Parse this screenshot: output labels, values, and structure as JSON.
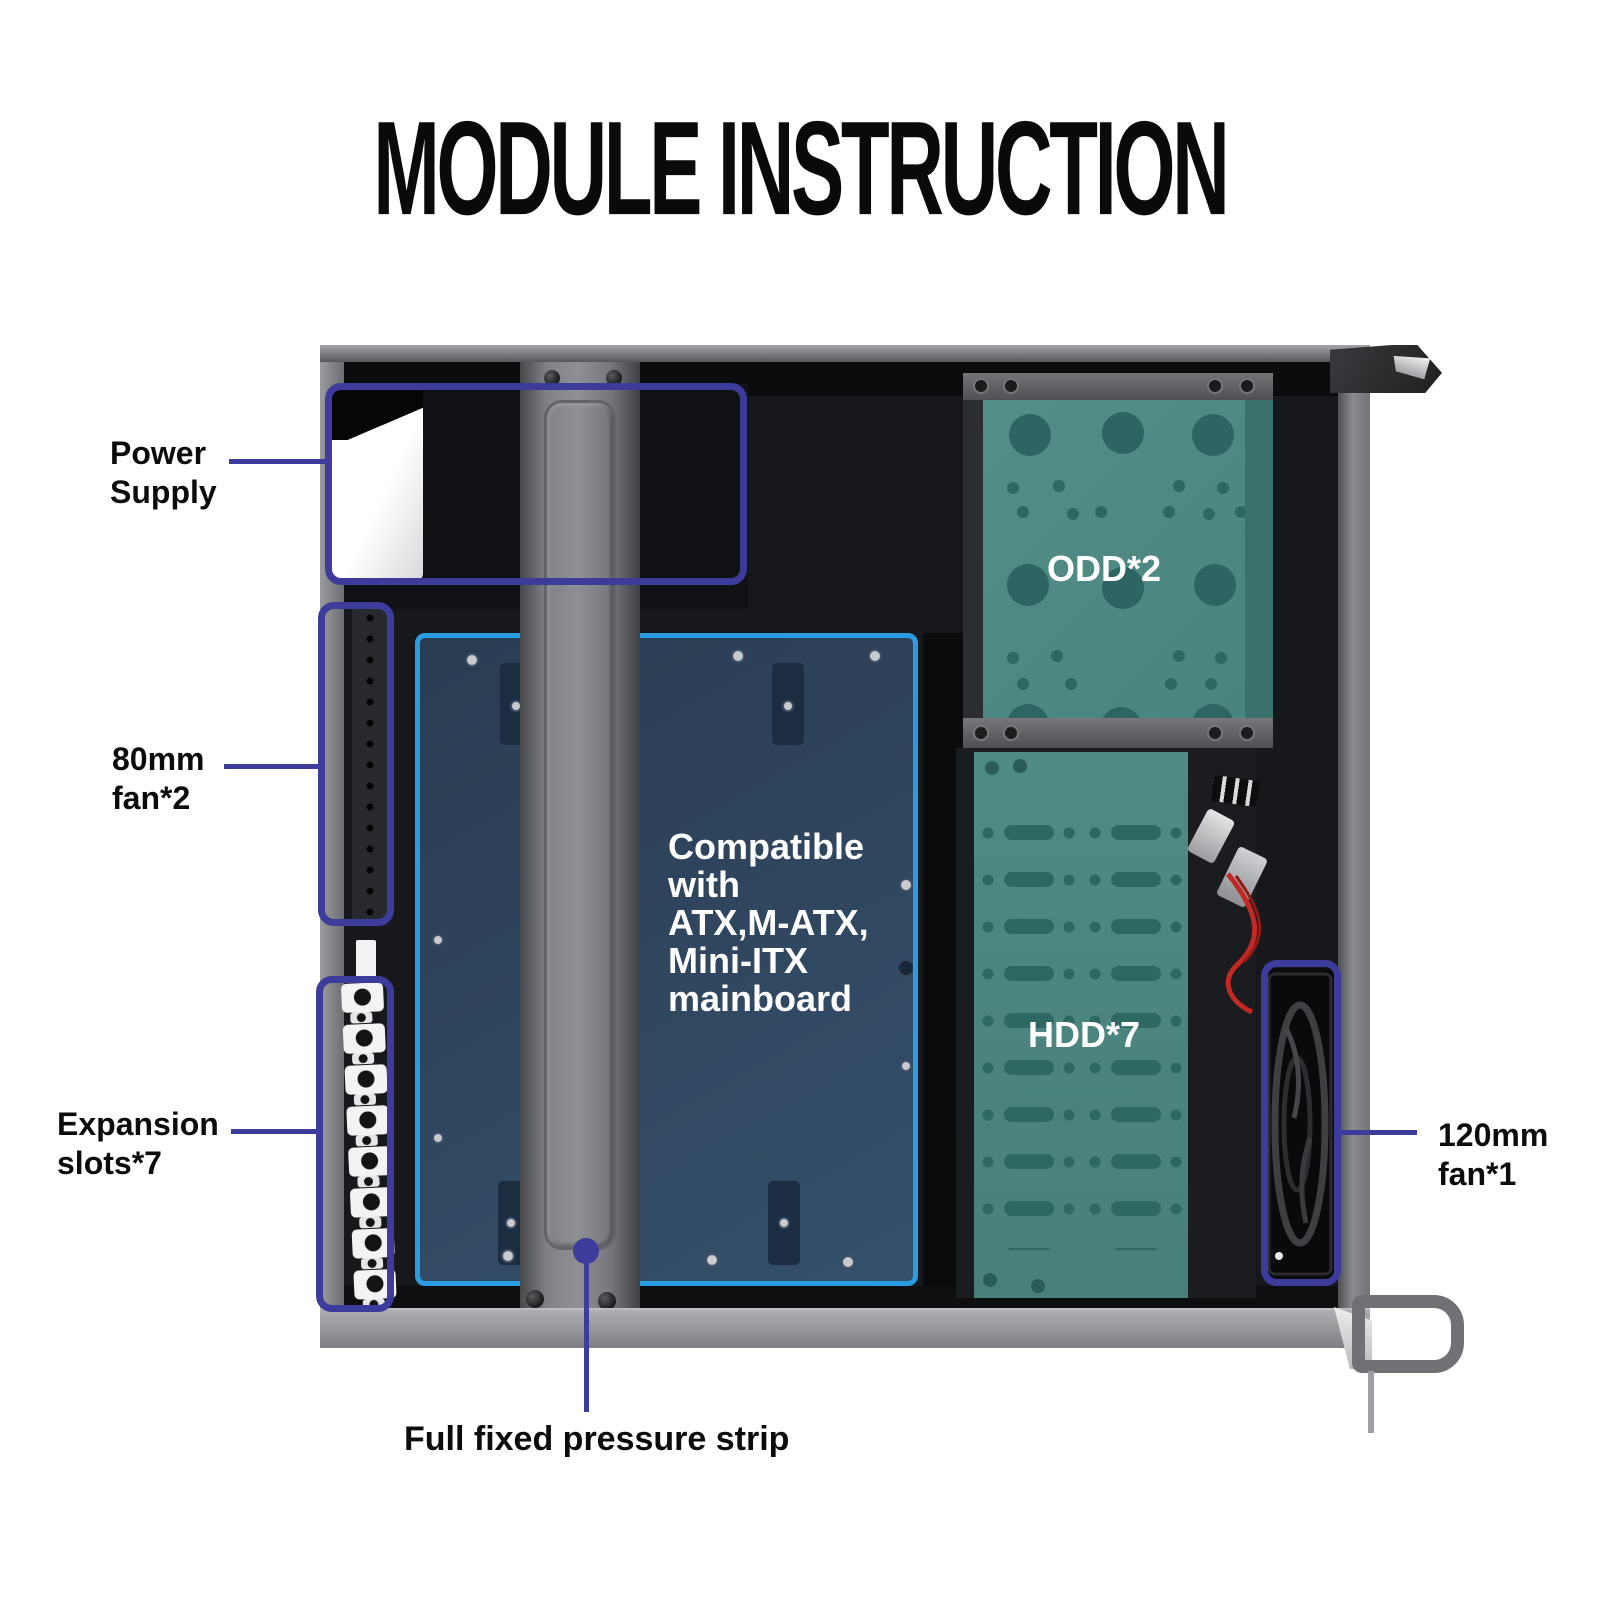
{
  "title": "MODULE INSTRUCTION",
  "callouts": {
    "power_supply": "Power\nSupply",
    "fan_80mm": "80mm\nfan*2",
    "expansion_slots": "Expansion\nslots*7",
    "fan_120mm": "120mm\nfan*1",
    "pressure_strip": "Full fixed pressure strip"
  },
  "part_labels": {
    "odd_bay": "ODD*2",
    "hdd_cage": "HDD*7",
    "mainboard_tray": "Compatible with\nATX,M-ATX,\nMini-ITX\nmainboard"
  },
  "colors": {
    "callout_line": "#3d3b9c",
    "tray_border": "#2a9ce2",
    "bay_teal": "#4f8b85",
    "title_text": "#0a0a0a"
  }
}
